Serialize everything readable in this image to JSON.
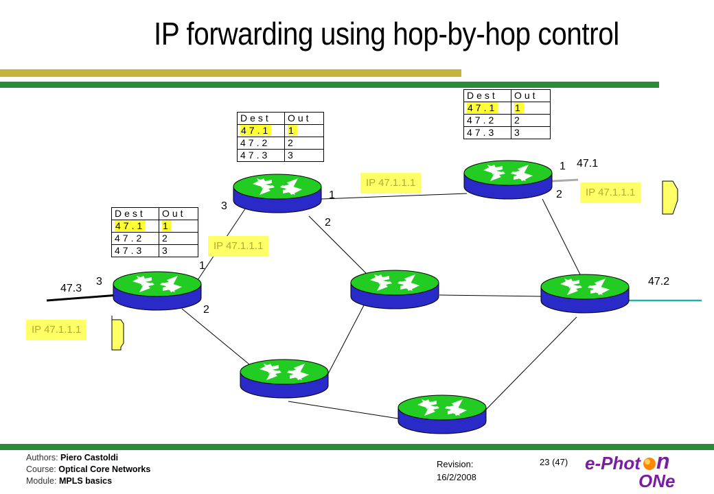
{
  "slide": {
    "title": "IP forwarding using hop-by-hop control"
  },
  "tables": [
    {
      "header": [
        "Dest",
        "Out"
      ],
      "rows": [
        [
          "47.1",
          "1"
        ],
        [
          "47.2",
          "2"
        ],
        [
          "47.3",
          "3"
        ]
      ],
      "highlighted_row": 0
    },
    {
      "header": [
        "Dest",
        "Out"
      ],
      "rows": [
        [
          "47.1",
          "1"
        ],
        [
          "47.2",
          "2"
        ],
        [
          "47.3",
          "3"
        ]
      ],
      "highlighted_row": 0
    },
    {
      "header": [
        "Dest",
        "Out"
      ],
      "rows": [
        [
          "47.1",
          "1"
        ],
        [
          "47.2",
          "2"
        ],
        [
          "47.3",
          "3"
        ]
      ],
      "highlighted_row": 0
    }
  ],
  "packets": {
    "ingress": "IP 47.1.1.1",
    "hop1": "IP 47.1.1.1",
    "hop2": "IP 47.1.1.1",
    "egress": "IP 47.1.1.1"
  },
  "networks": {
    "left": "47.3",
    "right": "47.2",
    "top": "47.1"
  },
  "ports": {
    "r1_3": "3",
    "r1_1": "1",
    "r1_2": "2",
    "r2_3": "3",
    "r2_1": "1",
    "r2_2": "2",
    "r3_1": "1",
    "r3_2": "2"
  },
  "footer": {
    "authors_label": "Authors:",
    "authors_value": "Piero Castoldi",
    "course_label": "Course:",
    "course_value": "Optical Core Networks",
    "module_label": "Module:",
    "module_value": "MPLS basics",
    "revision_label": "Revision:",
    "revision_date": "16/2/2008",
    "page": "23 (47)",
    "logo_line1_a": "e-Phot",
    "logo_line1_b": "n",
    "logo_line2": "ONe"
  },
  "colors": {
    "bar_olive": "#c4b43c",
    "bar_green": "#2a8a3a",
    "router_top": "#22cc22",
    "router_body": "#2a2ac8",
    "packet_bg": "#ffff66",
    "highlight": "#ffff33",
    "right_link": "#20b0a8"
  }
}
